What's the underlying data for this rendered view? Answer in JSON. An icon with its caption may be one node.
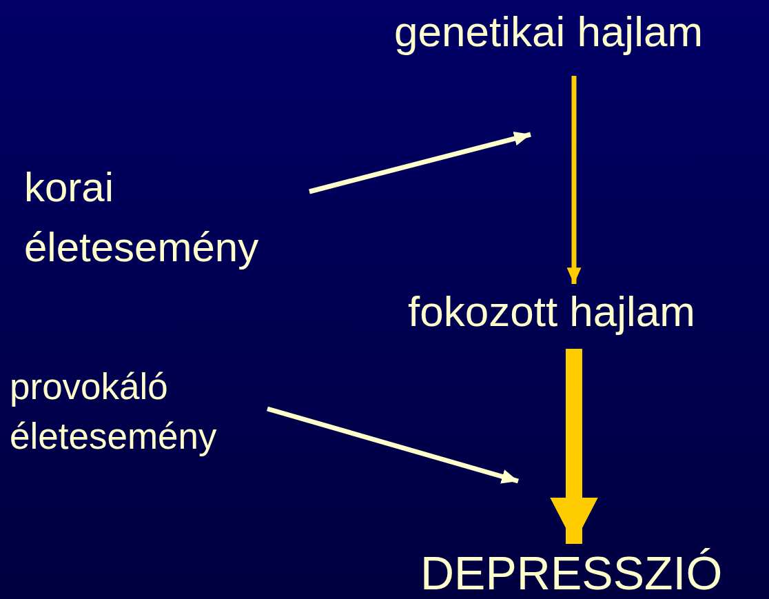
{
  "diagram": {
    "nodes": [
      {
        "text": [
          "genetikai hajlam"
        ]
      },
      {
        "text": [
          "korai életesemény"
        ]
      },
      {
        "text": [
          "fokozott hajlam"
        ]
      },
      {
        "text": [
          "provokáló életesemény"
        ]
      },
      {
        "text": [
          "DEPRESSZIÓ"
        ]
      }
    ],
    "edges": [
      {
        "from": 0,
        "to": 2,
        "arrow": "to",
        "color": "#ffcc00"
      },
      {
        "from": 1,
        "to": null,
        "arrow": "to",
        "color": "#ffffcc"
      },
      {
        "from": 2,
        "to": 4,
        "arrow": "to",
        "style": "thick",
        "color": "#ffcc00"
      },
      {
        "from": 3,
        "to": null,
        "arrow": "to",
        "color": "#ffffcc"
      }
    ]
  }
}
